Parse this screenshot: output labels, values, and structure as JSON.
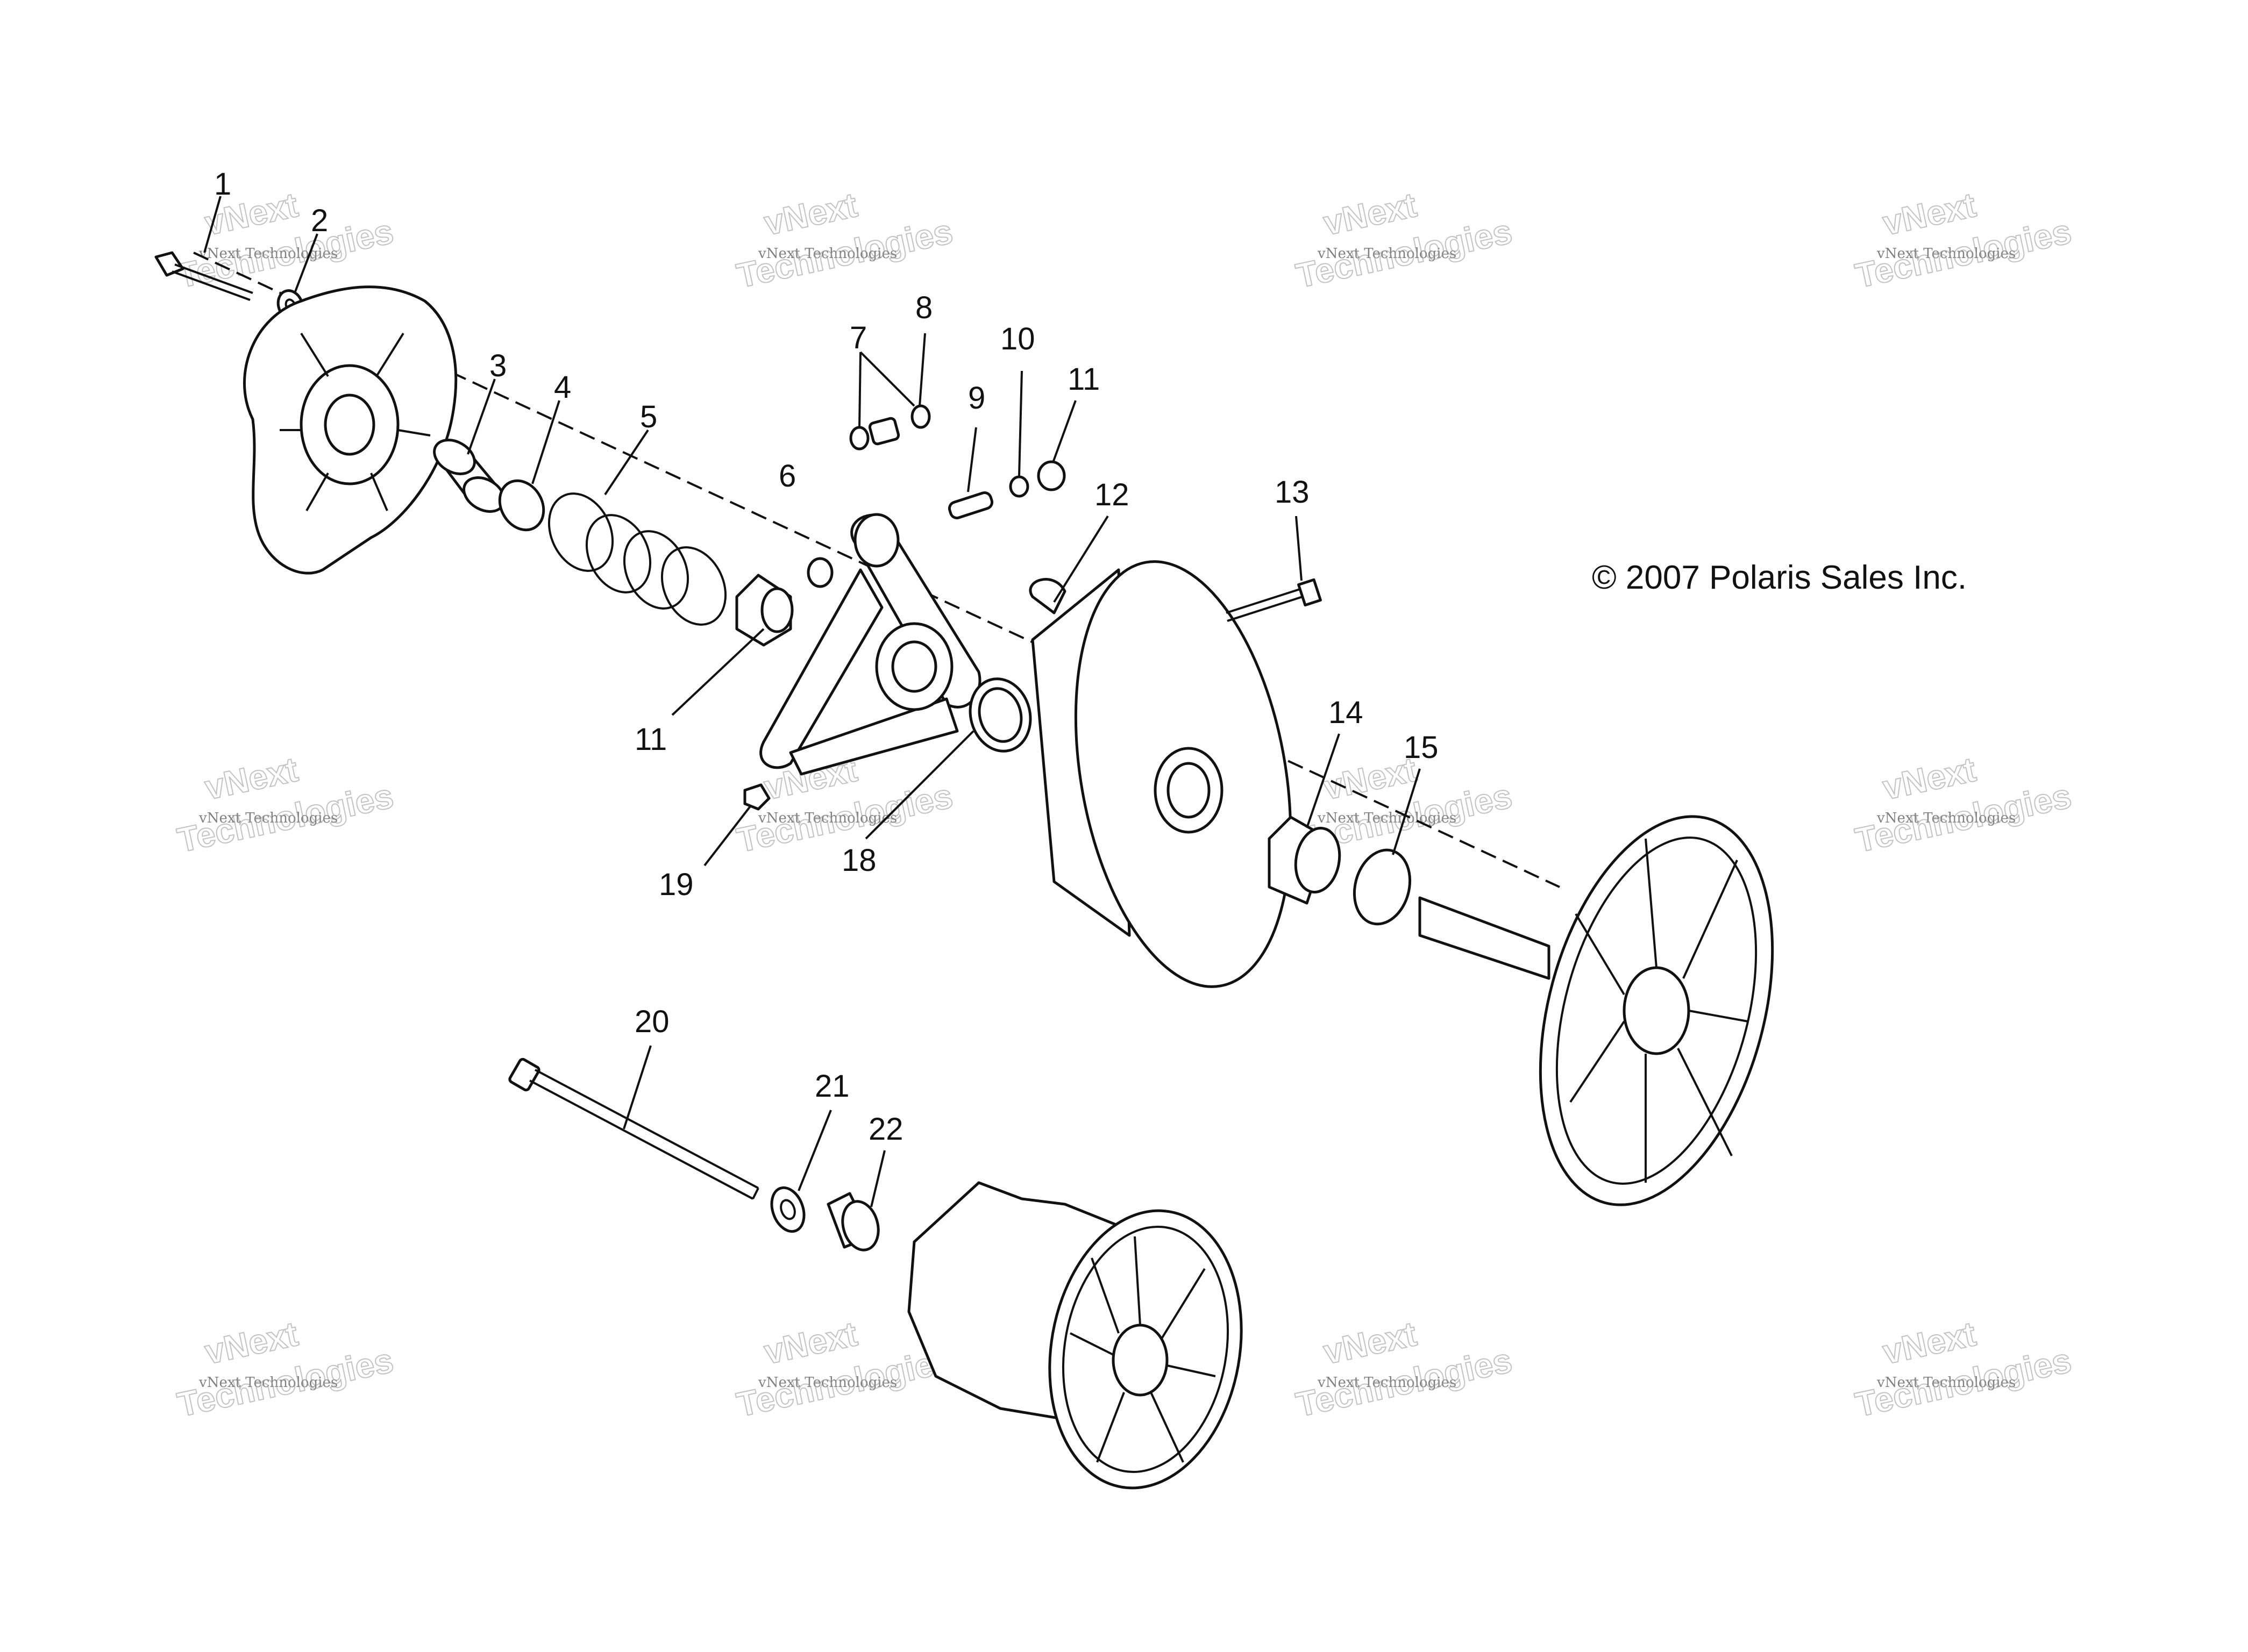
{
  "copyright": "© 2007 Polaris Sales Inc.",
  "watermark": {
    "line_small": "vNext Technologies",
    "line_big_1": "vNext",
    "line_big_2": "Technologies"
  },
  "callouts": {
    "c1": "1",
    "c2": "2",
    "c3": "3",
    "c4": "4",
    "c5": "5",
    "c6": "6",
    "c7": "7",
    "c8": "8",
    "c9": "9",
    "c10": "10",
    "c11a": "11",
    "c11b": "11",
    "c12": "12",
    "c13": "13",
    "c14": "14",
    "c15": "15",
    "c18": "18",
    "c19": "19",
    "c20": "20",
    "c21": "21",
    "c22": "22"
  },
  "colors": {
    "line": "#111111",
    "background": "#ffffff",
    "watermark": "#9a9a9a"
  }
}
